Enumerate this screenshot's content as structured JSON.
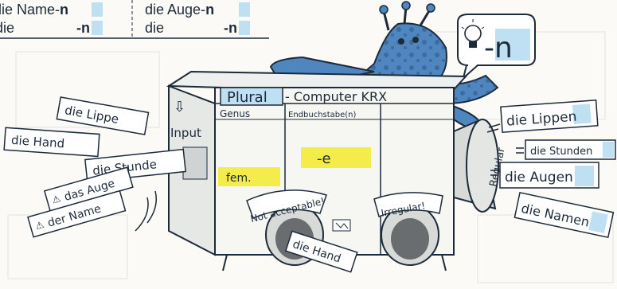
{
  "table": {
    "row1_left": "die Name-",
    "row1_left_end": "n",
    "row1_right": "die Auge-",
    "row1_right_end": "n",
    "row2_left": "die",
    "row2_left_end": "-n",
    "row2_right": "die",
    "row2_right_end": "-n"
  },
  "speech_bubble": {
    "text": "-n"
  },
  "computer": {
    "title_boxed": "Plural",
    "title_rest": "- Computer KRX",
    "input_label": "Input",
    "genus_label": "Genus",
    "ending_label": "Endbuchstabe(n)",
    "genus_value": "fem.",
    "ending_value": "-e",
    "not_acceptable": "Not acceptable!",
    "irregular": "Irregular!",
    "regular": "Regular"
  },
  "input_cards": [
    "die Lippe",
    "die Hand",
    "die Stunde",
    "das Auge",
    "der Name"
  ],
  "output_cards": [
    {
      "stem": "die Lippe",
      "ending": "n"
    },
    {
      "stem": "die Stunde",
      "ending": "n"
    },
    {
      "stem": "die Auge",
      "ending": "n"
    },
    {
      "stem": "die Name",
      "ending": "n"
    }
  ],
  "rejected_card": "die Hand",
  "colors": {
    "highlight_blue": "#bfe0f2",
    "highlight_yellow": "#f4ec4a",
    "monster_blue": "#4f86c0",
    "ink": "#1d2a3a"
  }
}
